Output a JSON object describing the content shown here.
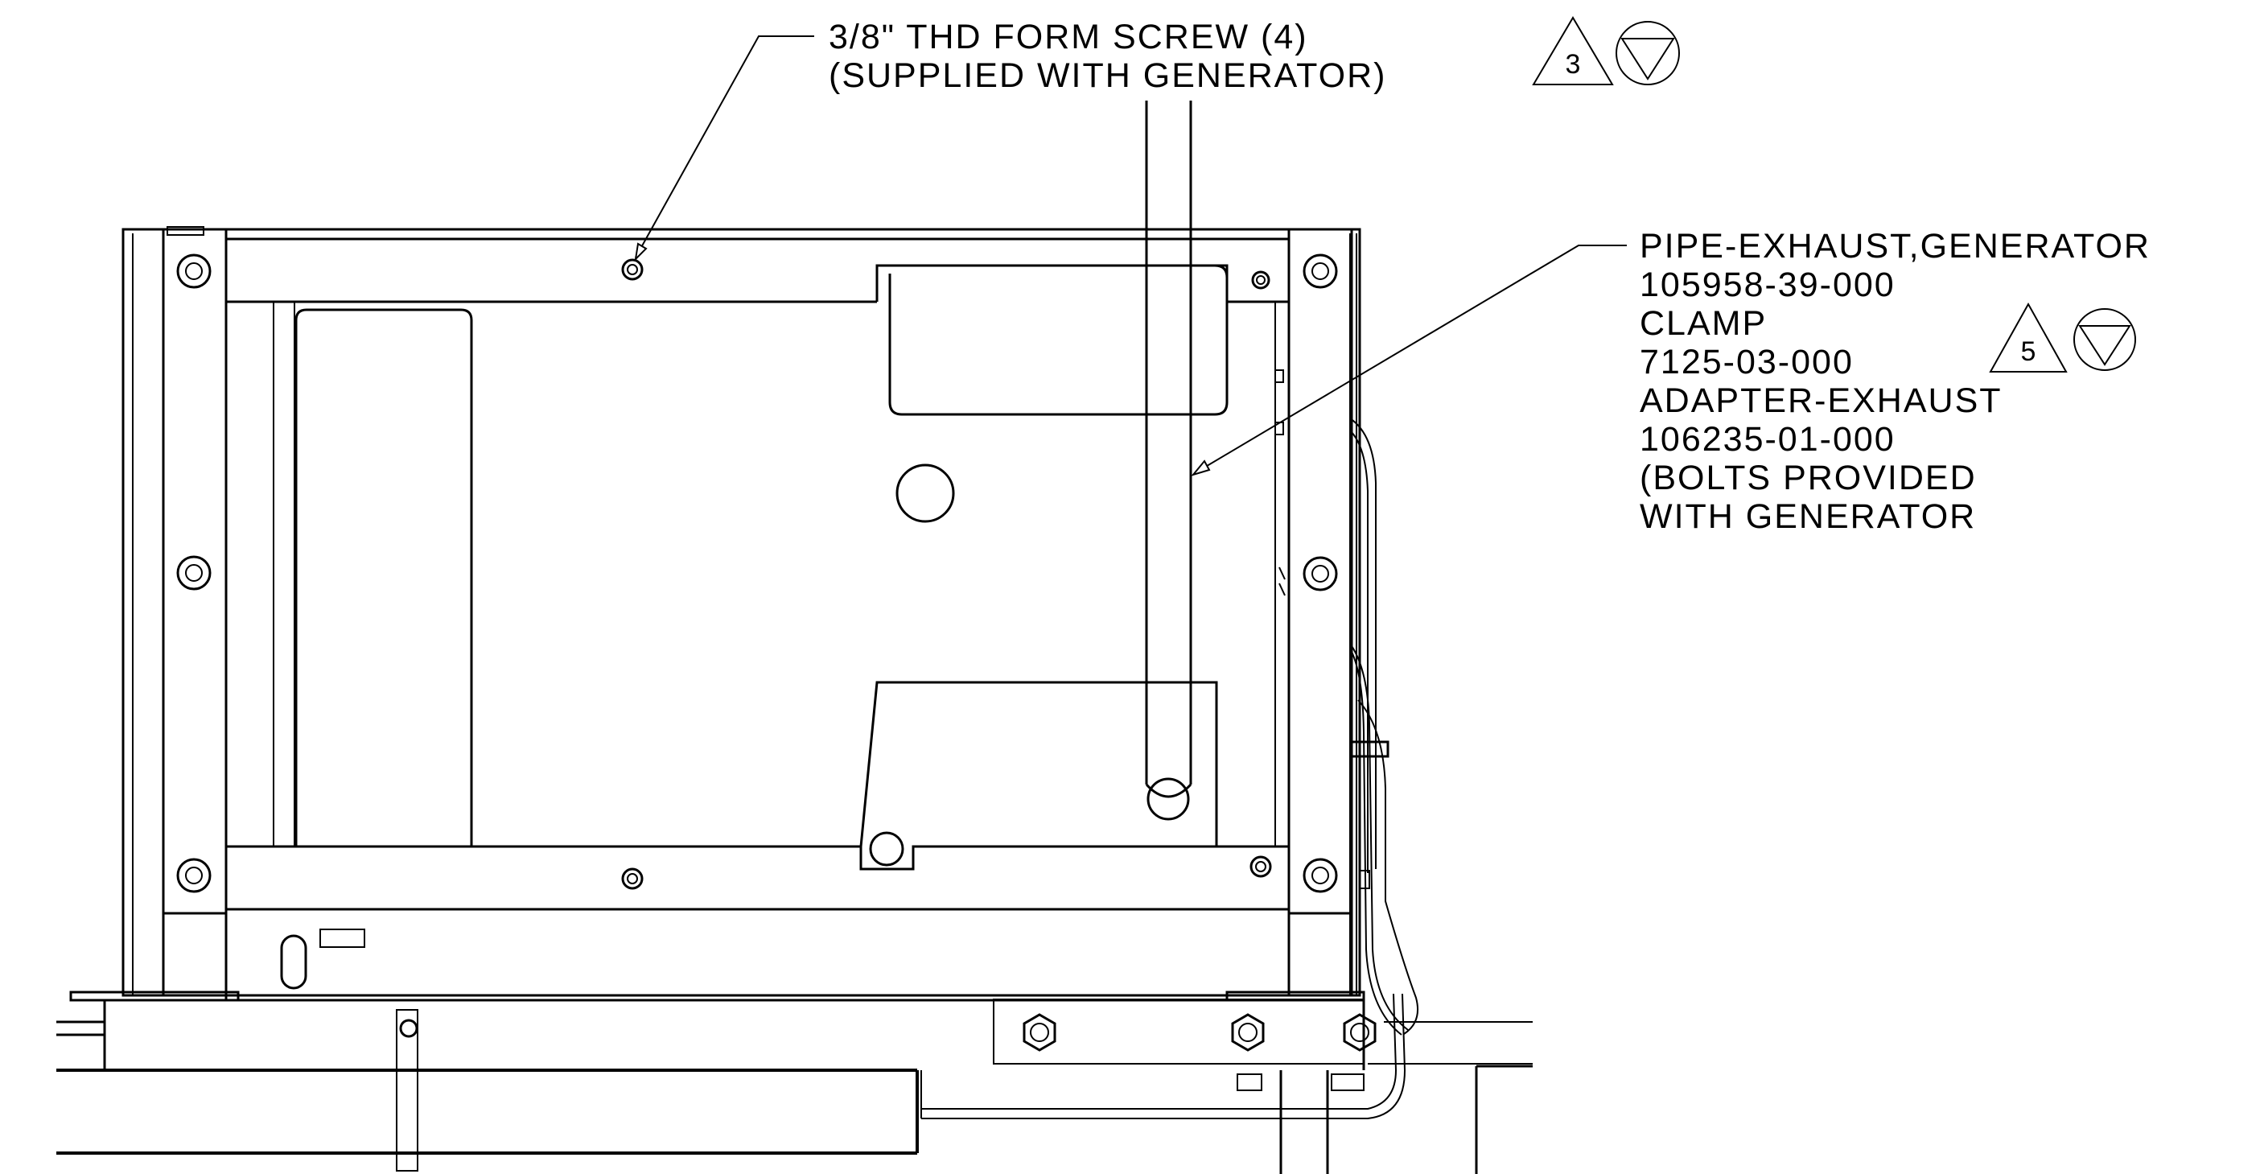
{
  "callouts": {
    "screw": {
      "line1": "3/8\" THD FORM SCREW (4)",
      "line2": "(SUPPLIED WITH GENERATOR)",
      "note_number": "3"
    },
    "exhaust": {
      "line1": "PIPE-EXHAUST,GENERATOR",
      "line2": "105958-39-000",
      "line3": "CLAMP",
      "line4": "7125-03-000",
      "line5": "ADAPTER-EXHAUST",
      "line6": "106235-01-000",
      "line7": "(BOLTS PROVIDED",
      "line8": " WITH GENERATOR",
      "note_number": "5"
    }
  }
}
